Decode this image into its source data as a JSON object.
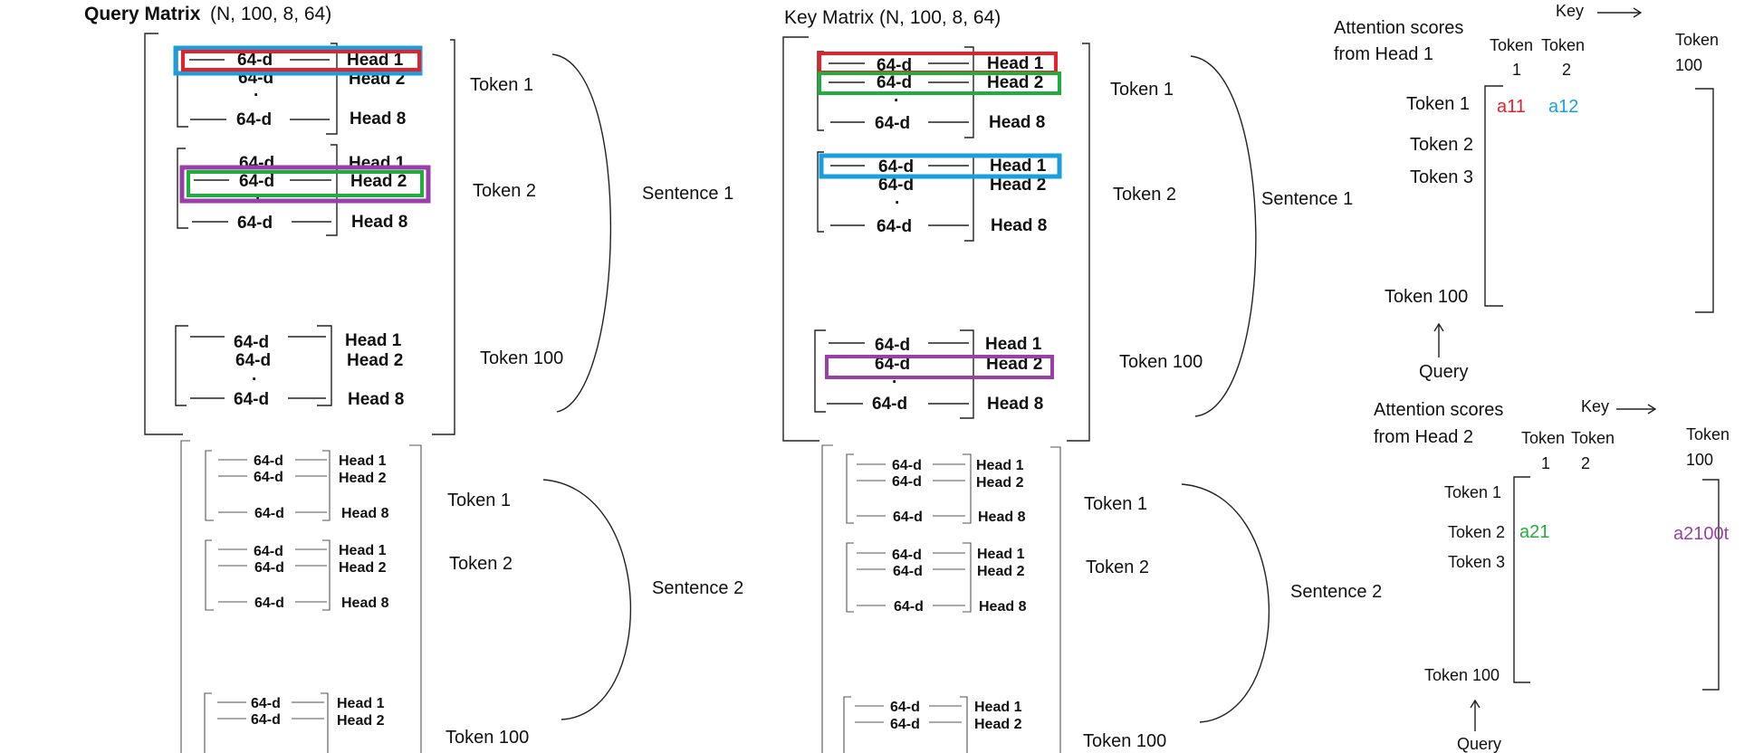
{
  "query_matrix": {
    "title": "Query Matrix",
    "shape": "(N, 100, 8, 64)"
  },
  "key_matrix": {
    "title": "Key Matrix (N, 100, 8, 64)"
  },
  "labels": {
    "dim": "64-d",
    "head1": "Head 1",
    "head2": "Head 2",
    "head8": "Head 8",
    "token1": "Token 1",
    "token2": "Token 2",
    "token3": "Token 3",
    "token100": "Token 100",
    "sentence1": "Sentence 1",
    "sentence2": "Sentence 2",
    "token_word": "Token",
    "one": "1",
    "two": "2",
    "hundred": "100"
  },
  "scores_head1": {
    "title_line1": "Attention scores",
    "title_line2": "from Head 1",
    "key_label": "Key",
    "query_label": "Query",
    "a11": "a11",
    "a12": "a12"
  },
  "scores_head2": {
    "title_line1": "Attention scores",
    "title_line2": "from Head 2",
    "key_label": "Key",
    "query_label": "Query",
    "a21": "a21",
    "a2100": "a2100t"
  },
  "colors": {
    "red": "#e8202a",
    "blue": "#1a9fdc",
    "green": "#1fae3c",
    "purple": "#9a3fa8"
  }
}
